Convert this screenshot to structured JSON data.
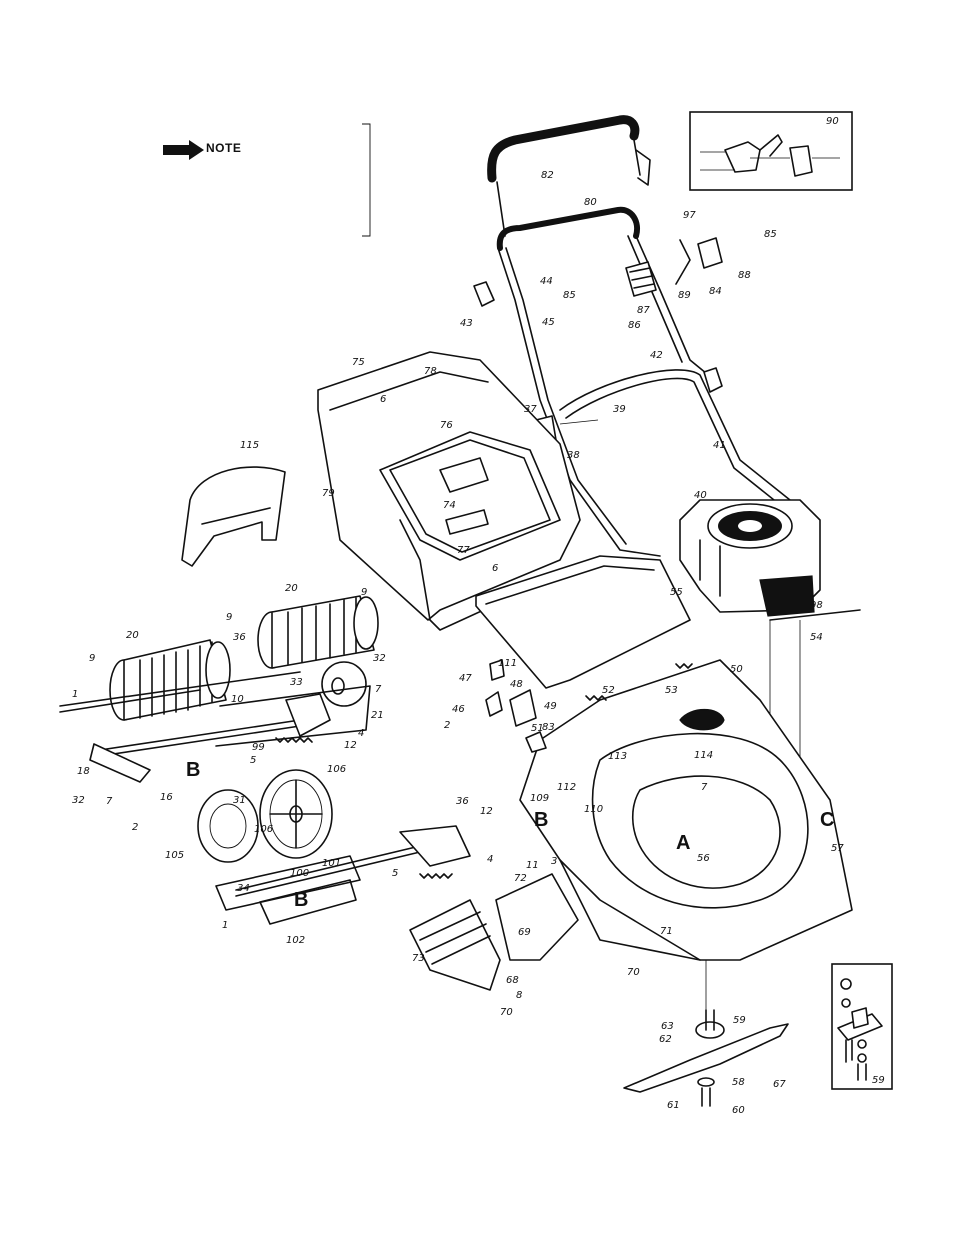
{
  "note": {
    "label": "NOTE"
  },
  "reference_letters": {
    "a": "A",
    "b": "B",
    "c": "C"
  },
  "inset_labels": {
    "top": "90",
    "bottom": "59"
  },
  "callouts": [
    "82",
    "80",
    "97",
    "85",
    "88",
    "44",
    "85",
    "45",
    "89",
    "84",
    "43",
    "87",
    "86",
    "42",
    "75",
    "78",
    "6",
    "37",
    "39",
    "38",
    "41",
    "76",
    "115",
    "79",
    "74",
    "77",
    "6",
    "40",
    "55",
    "98",
    "54",
    "9",
    "20",
    "20",
    "9",
    "36",
    "9",
    "32",
    "7",
    "1",
    "33",
    "21",
    "10",
    "12",
    "4",
    "5",
    "47",
    "111",
    "48",
    "46",
    "49",
    "83",
    "51",
    "2",
    "52",
    "53",
    "50",
    "113",
    "114",
    "7",
    "18",
    "16",
    "32",
    "7",
    "2",
    "99",
    "106",
    "31",
    "106",
    "105",
    "36",
    "12",
    "109",
    "112",
    "110",
    "4",
    "3",
    "11",
    "57",
    "56",
    "101",
    "100",
    "34",
    "5",
    "72",
    "1",
    "102",
    "69",
    "71",
    "73",
    "68",
    "70",
    "8",
    "70",
    "63",
    "59",
    "62",
    "67",
    "58",
    "61",
    "60"
  ]
}
